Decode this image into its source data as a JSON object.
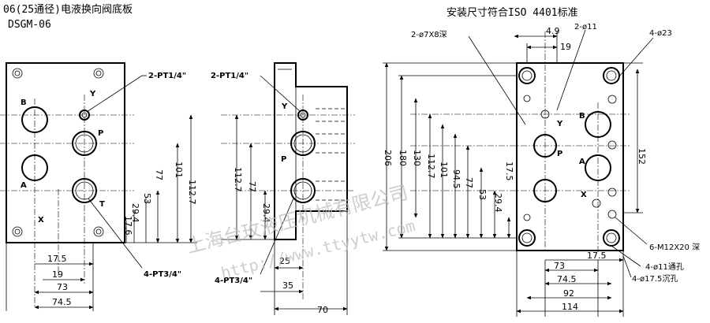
{
  "title": {
    "line1": "06(25通径)电液换向阀底板",
    "line2": "DSGM-06",
    "standard": "安装尺寸符合ISO 4401标准"
  },
  "watermark": {
    "company": "上海台玫液压机械有限公司",
    "url": "http://www.ttyytw.com"
  },
  "front_view": {
    "port_letters": [
      "B",
      "Y",
      "P",
      "A",
      "T",
      "X"
    ],
    "callout_top": "2-PT1/4\"",
    "callout_bottom": "4-PT3/4\"",
    "vertical_dims": [
      "112.7",
      "101",
      "77",
      "53",
      "29.4",
      "17.6"
    ],
    "horizontal_dims": [
      "17.5",
      "19",
      "73",
      "74.5"
    ]
  },
  "side_view": {
    "port_letters": [
      "Y",
      "P"
    ],
    "callout_top": "2-PT1/4\"",
    "callout_bottom": "4-PT3/4\"",
    "vertical_dims": [
      "112.7",
      "77",
      "29.4"
    ],
    "horizontal_dims": [
      "25",
      "35",
      "70"
    ]
  },
  "top_view": {
    "port_letters": [
      "Y",
      "B",
      "P",
      "A",
      "X"
    ],
    "callout_holes_small": "2-ø7X8深",
    "callout_holes_11": "2-ø11",
    "callout_holes_23": "4-ø23",
    "callout_threads": "6-M12X20 深",
    "callout_thru": "4-ø11通孔",
    "callout_counterbore": "4-ø17.5沉孔",
    "top_dims": [
      "4.9",
      "19"
    ],
    "vertical_dims": [
      "206",
      "180",
      "130",
      "112.7",
      "101",
      "94.5",
      "77",
      "53",
      "29.4",
      "17.5"
    ],
    "right_dim": "152",
    "horizontal_dims": [
      "17.5",
      "73",
      "74.5",
      "92",
      "114"
    ]
  }
}
